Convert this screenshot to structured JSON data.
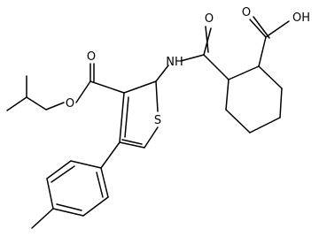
{
  "molecule": {
    "labels": {
      "ester_carbonyl_o": "O",
      "ester_ether_o": "O",
      "amide_nh": "NH",
      "amide_carbonyl_o": "O",
      "thiophene_s": "S",
      "acid_carbonyl_o": "O",
      "acid_oh": "OH"
    }
  }
}
